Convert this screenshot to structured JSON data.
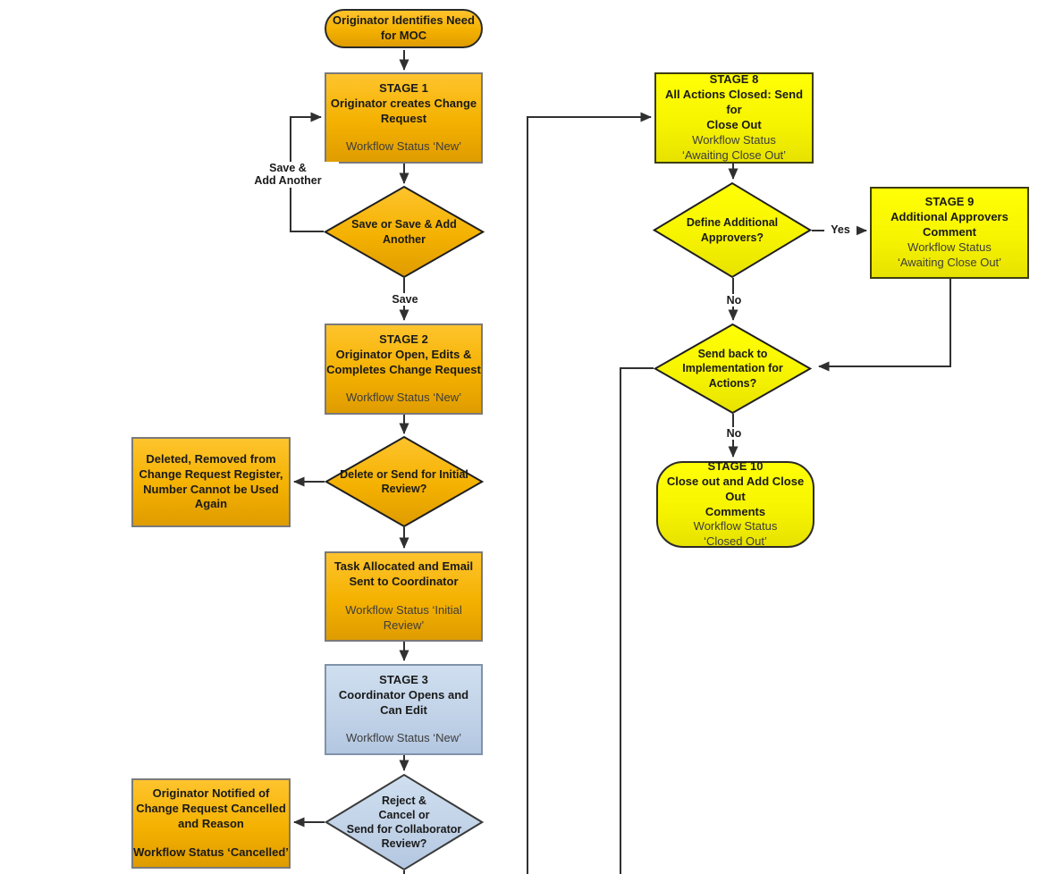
{
  "colors": {
    "orange": "#FFC000",
    "orange_dark": "#DF9C00",
    "yellow": "#FFFF00",
    "yellow_dark": "#E7E200",
    "blue": "#CFDFF0",
    "blue_dark": "#B3C7E1",
    "connector_line": "#303030",
    "text_bold": "#1A1A1A",
    "text_status": "#3D3D3D"
  },
  "nodes": {
    "start": {
      "text": "Originator Identifies Need\nfor MOC"
    },
    "stage1": {
      "title": "STAGE 1",
      "body": "Originator creates Change\nRequest",
      "status": "Workflow Status ‘New’"
    },
    "d_save": {
      "text": "Save or Save & Add\nAnother"
    },
    "stage2": {
      "title": "STAGE 2",
      "body": "Originator Open, Edits &\nCompletes Change Request",
      "status": "Workflow Status ‘New’"
    },
    "d_delete": {
      "text": "Delete or Send for Initial\nReview?"
    },
    "deleted": {
      "body": "Deleted, Removed from\nChange Request Register,\nNumber Cannot be Used\nAgain"
    },
    "task": {
      "body": "Task Allocated and Email\nSent to Coordinator",
      "status": "Workflow Status ‘Initial\nReview’"
    },
    "stage3": {
      "title": "STAGE 3",
      "body": "Coordinator Opens and\nCan Edit",
      "status": "Workflow Status ‘New’"
    },
    "d_reject": {
      "text": "Reject &\nCancel or\nSend for Collaborator\nReview?"
    },
    "cancelled": {
      "body": "Originator Notified of\nChange Request Cancelled\nand Reason",
      "status": "Workflow Status ‘Cancelled’"
    },
    "stage8": {
      "title": "STAGE 8",
      "body": "All Actions Closed: Send for\nClose Out",
      "status": "Workflow Status\n‘Awaiting Close Out’"
    },
    "d_approvers": {
      "text": "Define Additional\nApprovers?"
    },
    "stage9": {
      "title": "STAGE 9",
      "body": "Additional Approvers\nComment",
      "status": "Workflow Status\n‘Awaiting Close Out’"
    },
    "d_sendback": {
      "text": "Send back to\nImplementation for\nActions?"
    },
    "stage10": {
      "title": "STAGE 10",
      "body": "Close out and Add Close Out\nComments",
      "status": "Workflow Status\n‘Closed Out’"
    }
  },
  "edge_labels": {
    "save_add": "Save &\nAdd Another",
    "save": "Save",
    "yes": "Yes",
    "no_approvers": "No",
    "no_sendback": "No"
  }
}
